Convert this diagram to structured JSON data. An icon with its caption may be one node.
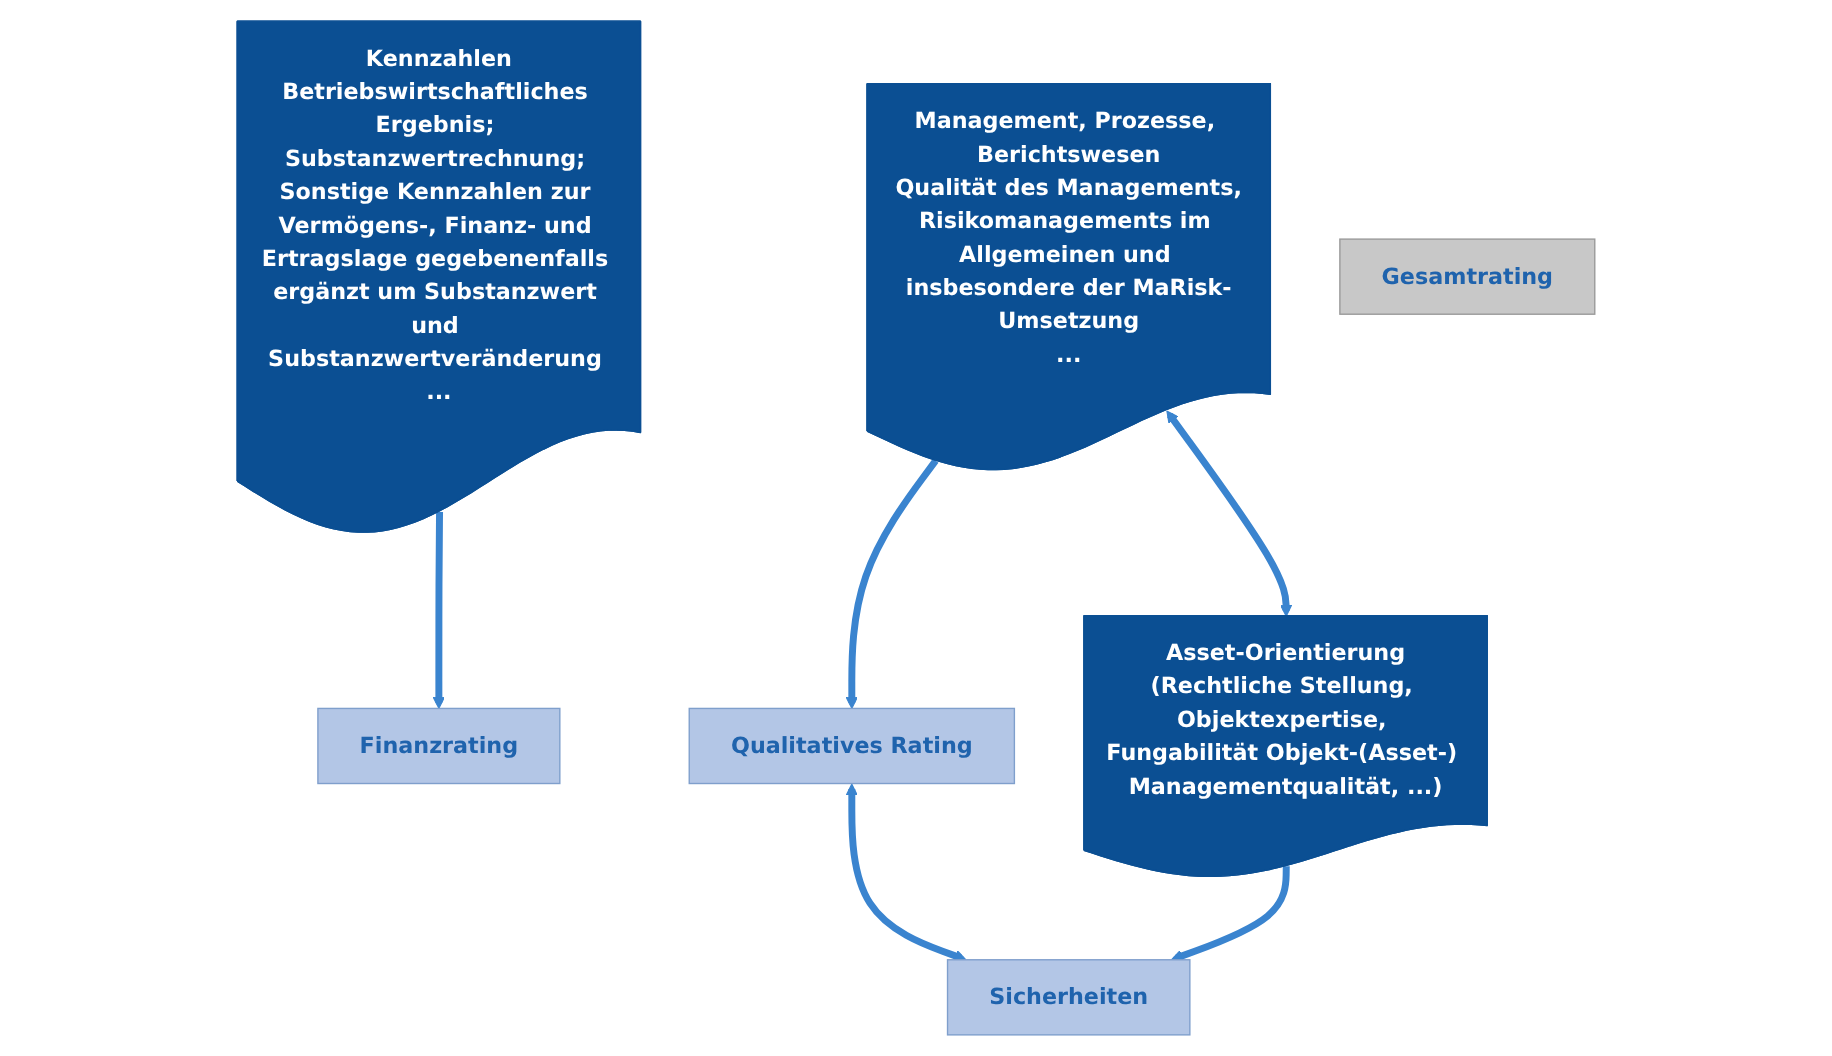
{
  "diagram": {
    "nodes": [
      {
        "text": [
          "Kennzahlen",
          "Betriebswirtschaftliches Ergebnis; Substanzwertrechnung; Sonstige Kennzahlen zur Vermögens-, Finanz- und Ertragslage gegebenenfalls ergänzt um Substanzwert und Substanzwertveränderung ..."
        ]
      },
      {
        "text": [
          "Management, Prozesse, Berichtswesen",
          "Qualität des Managements,",
          "Risikomanagements im Allgemeinen und insbesondere der MaRisk-Umsetzung",
          "..."
        ]
      },
      {
        "text": [
          "Asset-Orientierung",
          "(Rechtliche Stellung, Objektexpertise, Fungabilität Objekt-(Asset-) Managementqualität, ...)"
        ]
      },
      {
        "text": [
          "Finanzrating"
        ]
      },
      {
        "text": [
          "Qualitatives Rating"
        ]
      },
      {
        "text": [
          "Sicherheiten"
        ]
      },
      {
        "text": [
          "Gesamtrating"
        ]
      }
    ],
    "edges": [
      {
        "from": 0,
        "to": 3,
        "arrow": "to"
      },
      {
        "from": 1,
        "to": 4,
        "arrow": "to"
      },
      {
        "from": 2,
        "to": 5,
        "arrow": "to"
      },
      {
        "from": 1,
        "to": 2,
        "arrow": "both"
      },
      {
        "from": 4,
        "to": 5,
        "arrow": "both"
      }
    ]
  }
}
